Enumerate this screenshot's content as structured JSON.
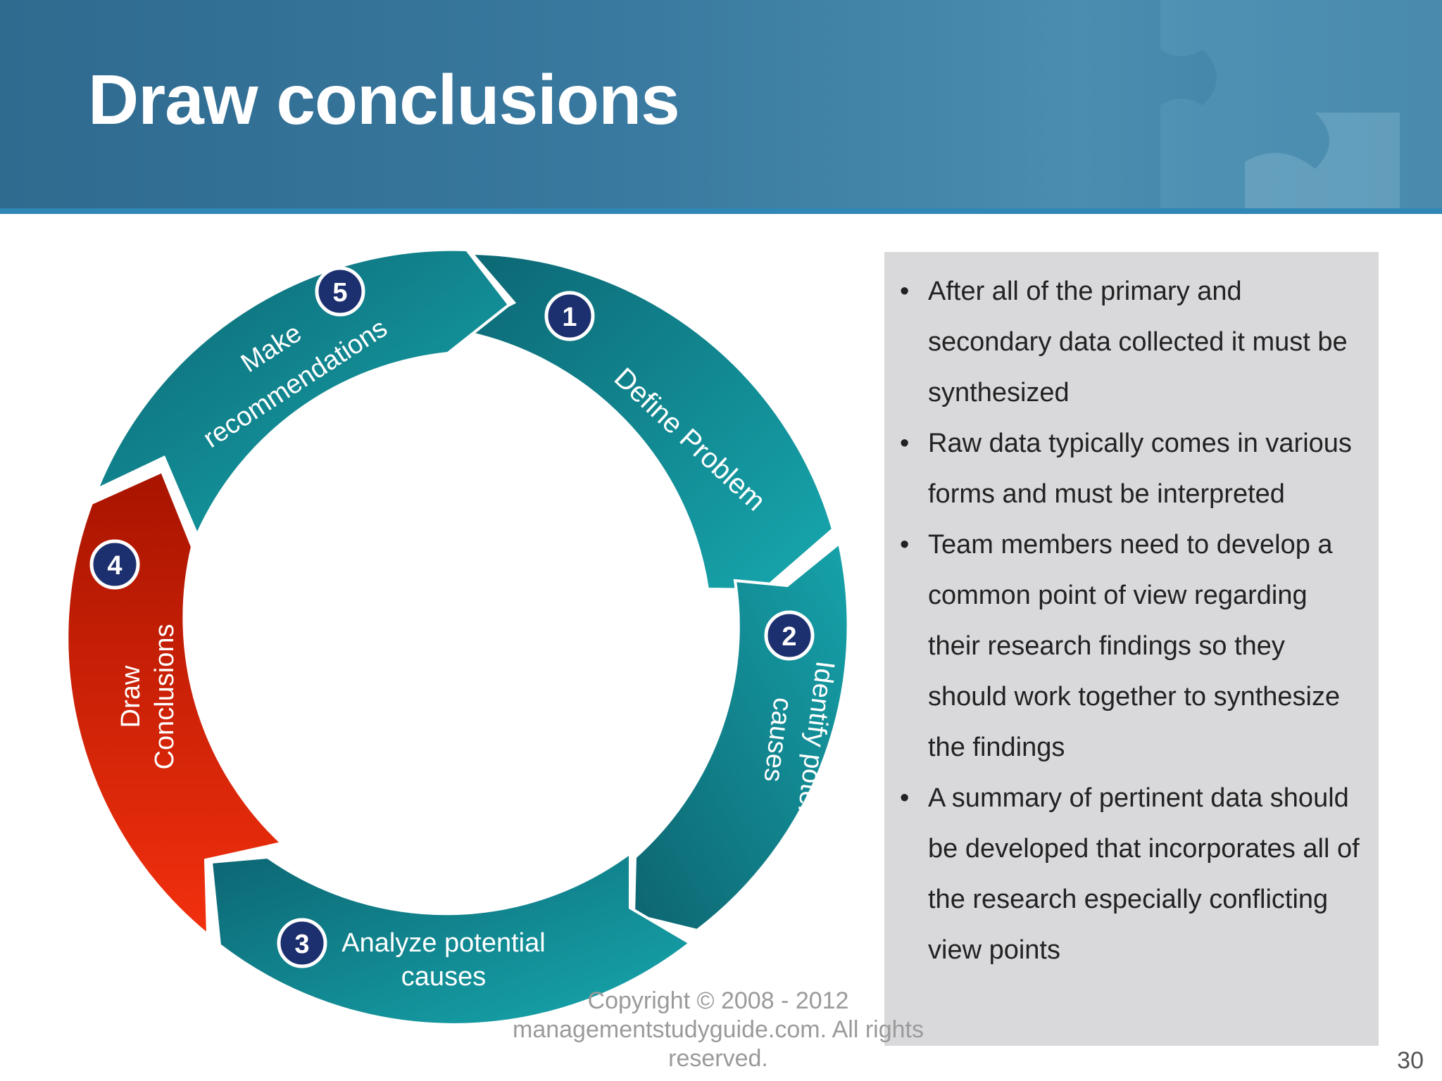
{
  "slide": {
    "title": "Draw conclusions",
    "slide_number": "30",
    "copyright": "Copyright © 2008 - 2012 managementstudyguide.com. All rights reserved."
  },
  "cycle": {
    "steps": [
      {
        "number": "1",
        "label": "Define Problem"
      },
      {
        "number": "2",
        "label_line1": "Identify potential",
        "label_line2": "causes"
      },
      {
        "number": "3",
        "label_line1": "Analyze potential",
        "label_line2": "causes"
      },
      {
        "number": "4",
        "label_line1": "Draw",
        "label_line2": "Conclusions"
      },
      {
        "number": "5",
        "label_line1": "Make",
        "label_line2": "recommendations"
      }
    ],
    "colors": {
      "teal": "#1a9aa0",
      "teal_dark": "#0f6f78",
      "red": "#e8240c",
      "red_dark": "#b01500",
      "badge": "#1c2f6e"
    }
  },
  "bullets": [
    "After all of the primary and secondary data collected  it must be synthesized",
    "Raw data typically comes in various forms and must be interpreted",
    "Team members need  to develop a common point of view regarding their  research findings so they should work together to synthesize the findings",
    "A summary of pertinent data should be developed  that incorporates all of the research especially conflicting  view points"
  ]
}
